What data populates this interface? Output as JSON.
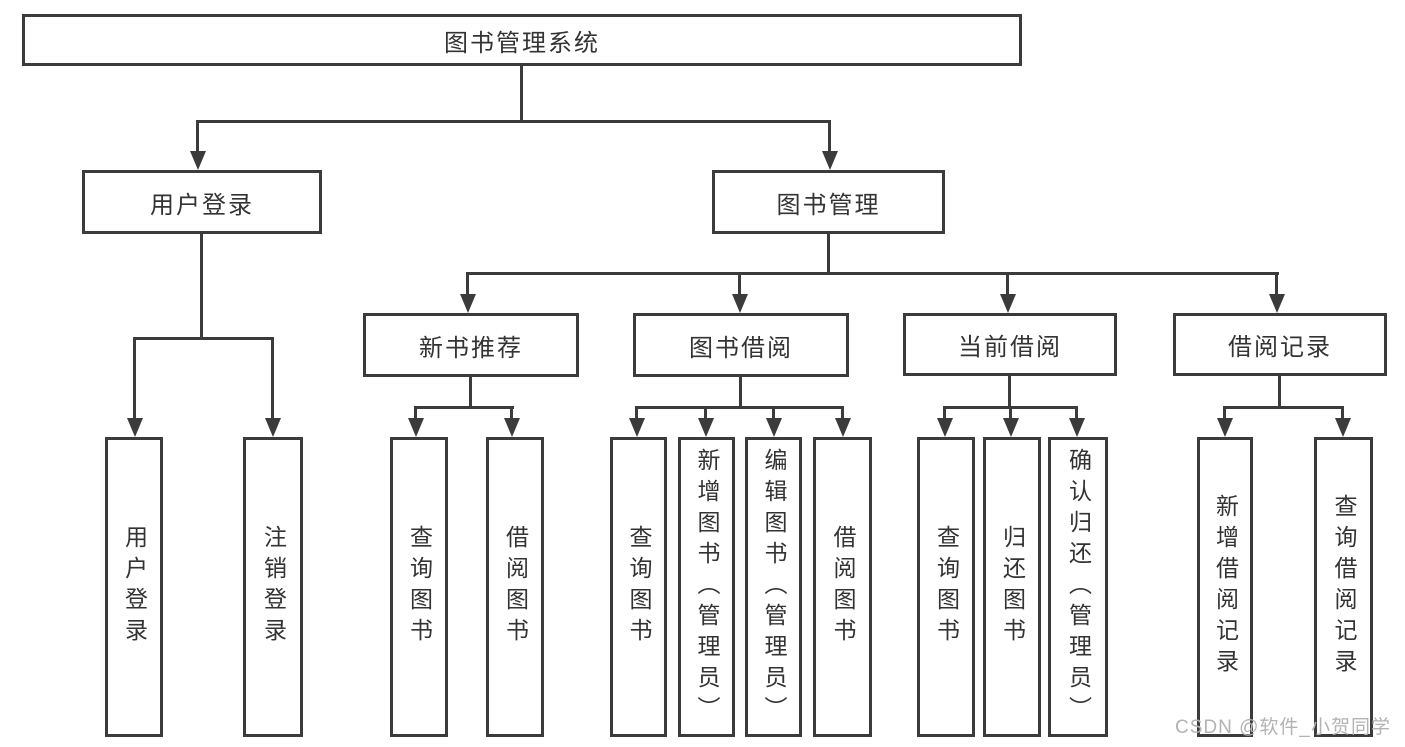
{
  "diagram": {
    "type": "hierarchy-tree",
    "nodes": {
      "root": {
        "label": "图书管理系统"
      },
      "level2": [
        {
          "label": "用户登录"
        },
        {
          "label": "图书管理"
        }
      ],
      "level3": [
        {
          "label": "新书推荐"
        },
        {
          "label": "图书借阅"
        },
        {
          "label": "当前借阅"
        },
        {
          "label": "借阅记录"
        }
      ],
      "leaves": [
        {
          "label": "用户登录",
          "parent": "用户登录"
        },
        {
          "label": "注销登录",
          "parent": "用户登录"
        },
        {
          "label": "查询图书",
          "parent": "新书推荐"
        },
        {
          "label": "借阅图书",
          "parent": "新书推荐"
        },
        {
          "label": "查询图书",
          "parent": "图书借阅"
        },
        {
          "label": "新增图书（管理员）",
          "parent": "图书借阅"
        },
        {
          "label": "编辑图书（管理员）",
          "parent": "图书借阅"
        },
        {
          "label": "借阅图书",
          "parent": "图书借阅"
        },
        {
          "label": "查询图书",
          "parent": "当前借阅"
        },
        {
          "label": "归还图书",
          "parent": "当前借阅"
        },
        {
          "label": "确认归还（管理员）",
          "parent": "当前借阅"
        },
        {
          "label": "新增借阅记录",
          "parent": "借阅记录"
        },
        {
          "label": "查询借阅记录",
          "parent": "借阅记录"
        }
      ]
    },
    "edges": [
      "图书管理系统 → 用户登录",
      "图书管理系统 → 图书管理",
      "用户登录 → 用户登录",
      "用户登录 → 注销登录",
      "图书管理 → 新书推荐",
      "图书管理 → 图书借阅",
      "图书管理 → 当前借阅",
      "图书管理 → 借阅记录",
      "新书推荐 → 查询图书",
      "新书推荐 → 借阅图书",
      "图书借阅 → 查询图书",
      "图书借阅 → 新增图书（管理员）",
      "图书借阅 → 编辑图书（管理员）",
      "图书借阅 → 借阅图书",
      "当前借阅 → 查询图书",
      "当前借阅 → 归还图书",
      "当前借阅 → 确认归还（管理员）",
      "借阅记录 → 新增借阅记录",
      "借阅记录 → 查询借阅记录"
    ]
  },
  "watermark": "CSDN @软件_小贺同学",
  "colors": {
    "line": "#3b3b3b",
    "text": "#333333",
    "watermark": "#b3b3b3",
    "background": "#ffffff"
  }
}
